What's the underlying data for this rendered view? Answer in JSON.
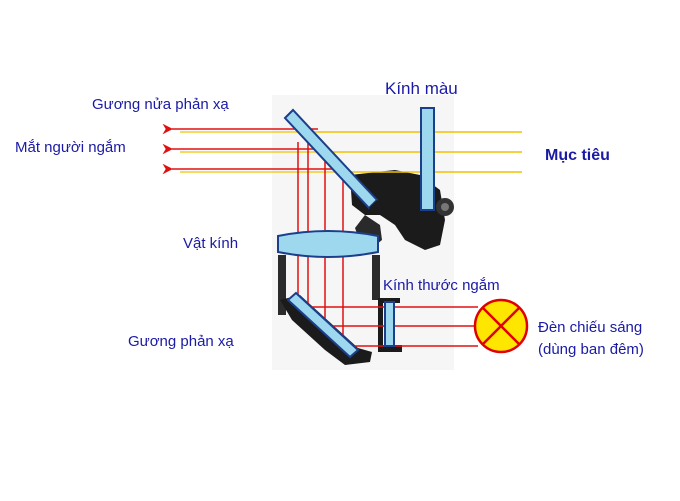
{
  "labels": {
    "half_mirror": "Gương nửa phản xạ",
    "observer_eye": "Mắt người ngắm",
    "colored_glass": "Kính màu",
    "target": "Mục tiêu",
    "objective_lens": "Vật kính",
    "reticle_glass": "Kính thước ngắm",
    "reflecting_mirror": "Gương phản xạ",
    "lamp_line1": "Đèn chiếu sáng",
    "lamp_line2": "(dùng ban đêm)"
  },
  "colors": {
    "label_text": "#1a1aa6",
    "target_ray": "#f2c200",
    "light_ray": "#e01010",
    "glass_fill": "#9ed8ef",
    "glass_edge": "#1b3f8a",
    "body": "#1b1b1b",
    "lamp_fill": "#ffe600",
    "lamp_edge": "#e00000"
  }
}
